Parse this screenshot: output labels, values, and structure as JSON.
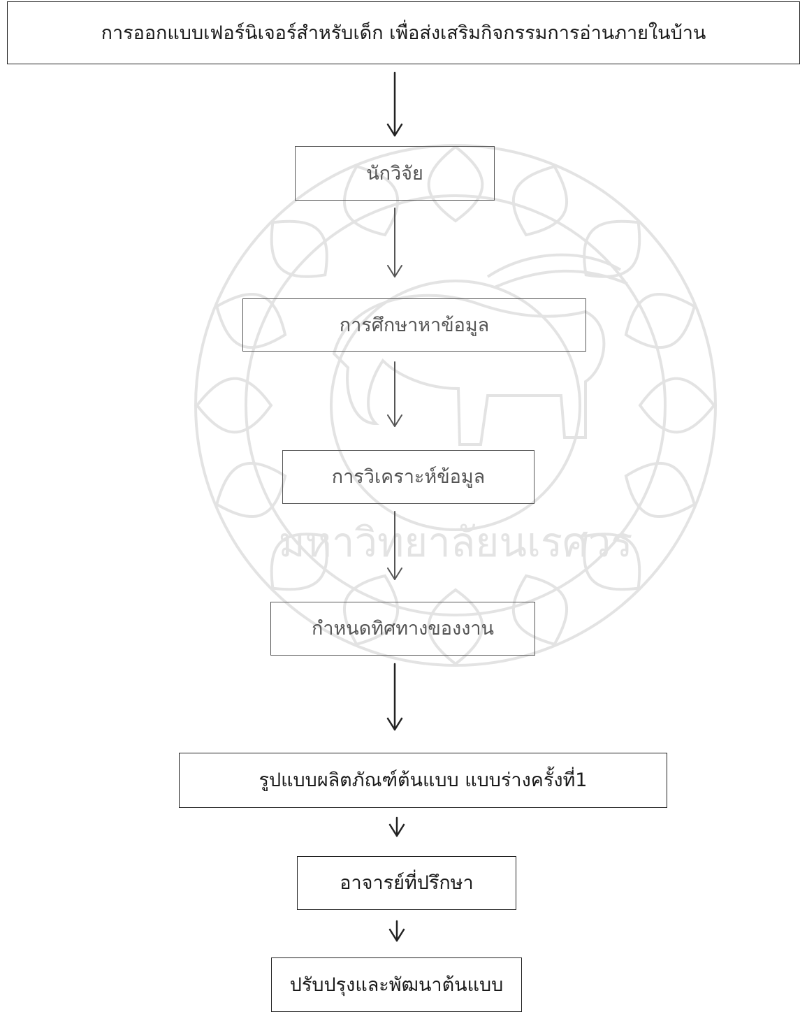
{
  "flowchart": {
    "steps": [
      {
        "label": "การออกแบบเฟอร์นิเจอร์สำหรับเด็ก เพื่อส่งเสริมกิจกรรมการอ่านภายในบ้าน"
      },
      {
        "label": "นักวิจัย"
      },
      {
        "label": "การศึกษาหาข้อมูล"
      },
      {
        "label": "การวิเคราะห์ข้อมูล"
      },
      {
        "label": "กำหนดทิศทางของงาน"
      },
      {
        "label": "รูปแบบผลิตภัณฑ์ต้นแบบ แบบร่างครั้งที่1"
      },
      {
        "label": "อาจารย์ที่ปรึกษา"
      },
      {
        "label": "ปรับปรุงและพัฒนาต้นแบบ"
      }
    ]
  },
  "watermark": {
    "icon": "university-seal-watermark-icon",
    "text": "มหาวิทยาลัยนเรศวร"
  }
}
